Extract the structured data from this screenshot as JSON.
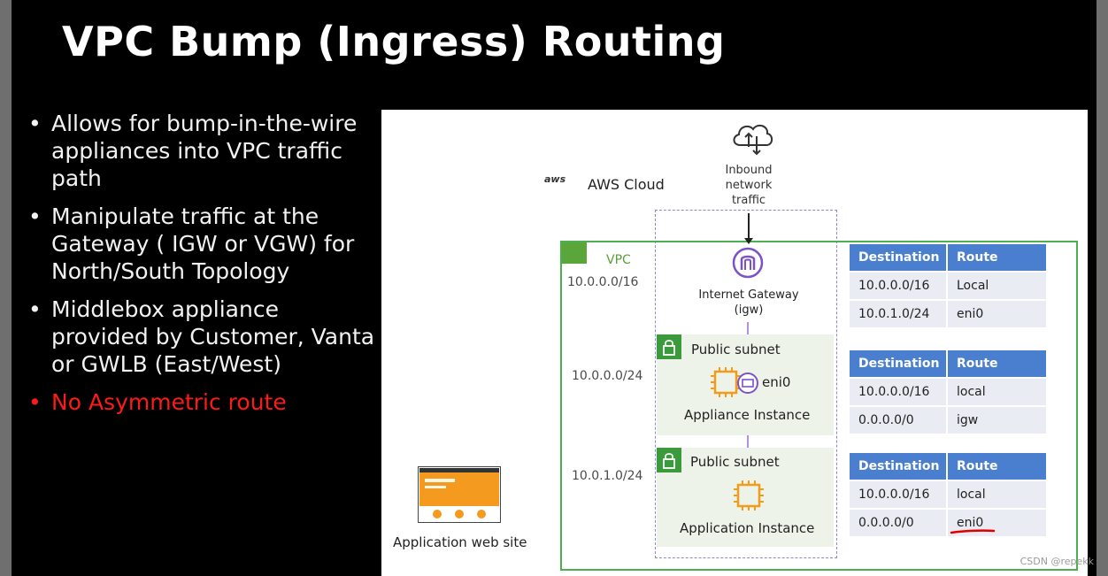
{
  "slide": {
    "title": "VPC Bump (Ingress) Routing",
    "bullets": [
      {
        "text": "Allows for bump-in-the-wire appliances into VPC traffic path"
      },
      {
        "text": "Manipulate traffic at the Gateway ( IGW or VGW) for North/South Topology"
      },
      {
        "text": "Middlebox appliance provided by Customer, Vanta or GWLB (East/West)"
      },
      {
        "text": "No Asymmetric route",
        "color": "#ff1a1a"
      }
    ]
  },
  "diagram": {
    "aws_logo": "aws",
    "aws_cloud": "AWS Cloud",
    "inbound": [
      "Inbound",
      "network",
      "traffic"
    ],
    "vpc_label": "VPC",
    "vpc_cidr": "10.0.0.0/16",
    "igw_label": [
      "Internet Gateway",
      "(igw)"
    ],
    "subnets": [
      {
        "cidr": "10.0.0.0/24",
        "label": "Public subnet",
        "eni": "eni0",
        "instance": "Appliance Instance"
      },
      {
        "cidr": "10.0.1.0/24",
        "label": "Public subnet",
        "instance": "Application Instance"
      }
    ],
    "route_tables": [
      {
        "headers": [
          "Destination",
          "Route"
        ],
        "rows": [
          [
            "10.0.0.0/16",
            "Local"
          ],
          [
            "10.0.1.0/24",
            "eni0"
          ]
        ]
      },
      {
        "headers": [
          "Destination",
          "Route"
        ],
        "rows": [
          [
            "10.0.0.0/16",
            "local"
          ],
          [
            "0.0.0.0/0",
            "igw"
          ]
        ]
      },
      {
        "headers": [
          "Destination",
          "Route"
        ],
        "rows": [
          [
            "10.0.0.0/16",
            "local"
          ],
          [
            "0.0.0.0/0",
            "eni0"
          ]
        ]
      }
    ],
    "webapp_label": "Application web site",
    "colors": {
      "vpc_green": "#4caf50",
      "header_blue": "#4a7fd0",
      "instance_orange": "#f29b1d",
      "flow_purple": "#9b6bd6",
      "underline_red": "#e00000"
    }
  },
  "watermark": "CSDN @repekk"
}
